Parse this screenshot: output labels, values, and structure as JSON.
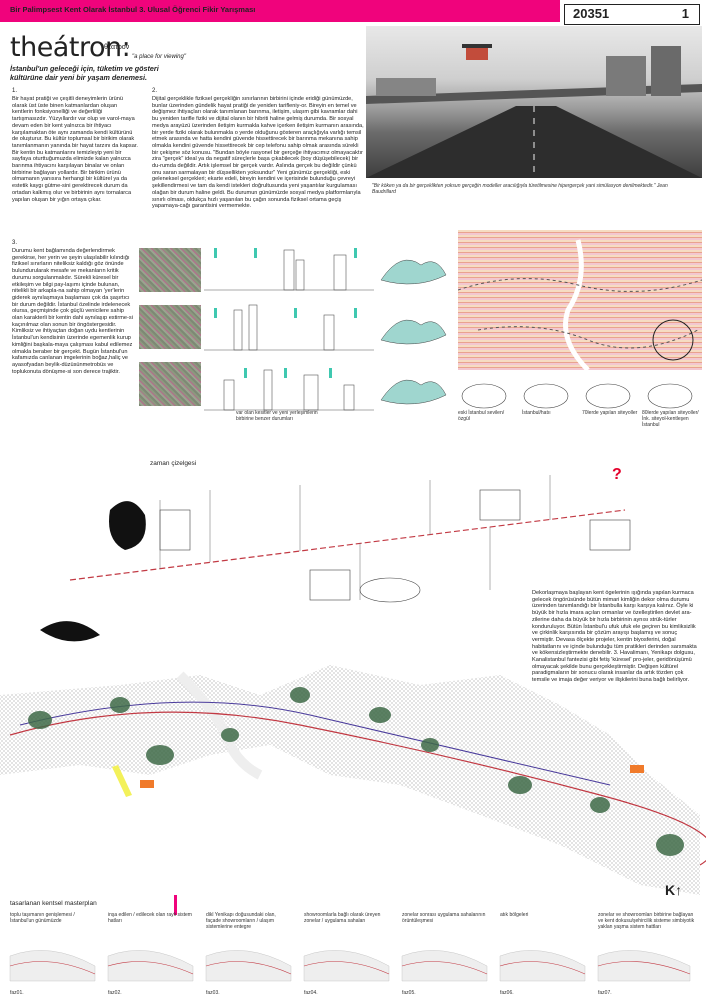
{
  "header": {
    "competition": "Bir Palimpsest Kent Olarak İstanbul 3. Ulusal Öğrenci Fikir Yarışması",
    "entry_id": "20351",
    "page": "1"
  },
  "title": {
    "main": "theátron:",
    "greek": "θέατρον",
    "gloss": "\"a place for viewing\"",
    "subtitle": "İstanbul'un geleceği için, tüketim ve gösteri kültürüne dair yeni bir yaşam denemesi."
  },
  "text1": {
    "num": "1.",
    "body": "Bir hayat pratiği ve çeşitli deneyimlerin ürünü olarak üst üste binen katmanlardan oluşan kentlerin fonksiyonelliği ve değerliliği tartışmasızdır. Yüzyıllardır var olup ve varol-maya devam eden bir kent yalnızca bir ihtiyacı karşılamaktan öte aynı zamanda kendi kültürünü de oluşturur. Bu kültür toplumsal bir birikim olarak tanımlanmanın yanında bir hayat tarzını da kapsar. Bir kentin bu katmanlarını temizleyip yeni bir sayfaya oturttuğumuzda elimizde kalan yalnızca barınma ihtiyacını karşılayan binalar ve onları birbirine bağlayan yollardır. Bir birikim ürünü olmamanın yanısıra herhangi bir kültürel ya da estetik kaygı gütme-sini gerektirecek durum da ortadan kalkmış olur ve birbirinin aynı tornalarca yapılan oluşan bir yığın ortaya çıkar."
  },
  "text2": {
    "num": "2.",
    "body": "Dijital gerçeklikle fiziksel gerçekliğin sınırlarının birbirini içinde eridiği günümüzde, bunlar üzerinden gündelik hayat pratiği de yeniden tarifleniy-or. Bireyin en temel ve değişmez ihtiyaçları olarak tanımlanan barınma, iletişim, ulaşım gibi kavramlar dahi bu yeniden tarifle fiziki ve dijital olanın bir hibriti haline gelmiş durumda. Bir sosyal medya arayüzü üzerinden iletişim kurmakla kahve içerken iletişim kurmanın arasında, bir yerde fiziki olarak bulunmakla o yerde olduğunu gösteren araçlığıyla varlığı temsil etmek arasında ve hatta kendini güvende hissettirecek bir barınma mekanına sahip olmakla kendini güvende hissettirecek bir cep telefonu sahip olmak arasında sürekli bir çekişme söz konusu. \"Bundan böyle rasyonel bir gerçeğe ihtiyacımız olmayacaktır zira \"gerçek\" ideal ya da negatif süreçlerle başa çıkabilecek (boy düşüşebilecek) bir du-rumda değildir. Artık işlemsel bir gerçek vardır. Aslında gerçek bu değildir çünkü onu saran sarmalayan bir düşsellikten yoksundur\" Yeni günümüz gerçekliği, eski geleneksel gerçekleri; ekarte edeli, bireyin kendini ve içerisinde bulunduğu çevreyi şekillendirmesi ve tam da kendi istekleri doğrultusunda yeni yaşantılar kurgulaması olağan bir durum haline geldi. Bu durumun günümüzde sosyal medya platformlarıyla sınırlı olması, oldukça hızlı yaşanılan bu çağın sonunda fiziksel ortama geçiş yapamaya-cağı garantisini vermemekte."
  },
  "quote": {
    "text": "\"Bir köken ya da bir gerçeklikten yoksun gerçeğin modeller aracılığıyla türetilmesine hipergerçek yani simülasyon denilmektedir.\" Jean Baudrillard"
  },
  "text3": {
    "num": "3.",
    "body": "Durumu kent bağlamında değerlendirmek gerekirse, her yerin ve şeyin ulaşılabilir kılındığı fiziksel sınırların niteliksiz kaldığı göz önünde bulundurularak mesafe ve mekanların kritik durumu sorgulanmalıdır. Sürekli küresel bir etkileşim ve bilgi pay-laşımı içinde bulunan, nitelikli bir arkapla-na sahip olmayan 'yer'lerin giderek aynılaşmaya başlaması çok da şaşırtıcı bir durum değildir. İstanbul özelinde irdelenecek olursa, geçmişinde çok güçlü venicilere sahip olan karakterli bir kentin dahi aynılaşıp estirme-si kaçınılmaz olan sonun bir öngöstergesidir. Kimliksiz ve ihtiyaçtan doğan uydu kentlerinin İstanbul'un kendisinin üzerinde egemenlik kurup kimliğini başkala-maya çalışması kabul edilemez olmakla beraber bir gerçekt. Bugün İstanbul'un kafamızda canlanan imgelerinin boğaz,haliç ve ayasofyadan beylik-düzüsünmetrobüs ve toplukonuta dönüşme-si son derece trajiktir."
  },
  "sections_caption": "var olan kesitler ve yeni yerleşimlerin birbirine benzer durumları",
  "thumb_captions": [
    "eski İstanbul sevilen/özgül",
    "İstanbul/hatıı",
    "70lerde yapılan siteyoller",
    "80lerde yapılan siteyoller/İnk. siteyol-kentleşen İstanbul"
  ],
  "timeline": {
    "title": "zaman çizelgesi",
    "question": "?"
  },
  "text4": {
    "body": "Dekorlaşmaya başlayan kent ögelerinin ışığında yapılan kurmaca gelecek öngörüsünde bütün mimari kimliğin dekor olma durumu üzerinden tanımlandığı bir İstanbulla karşı karşıya kalınız. Öyle ki büyük bir hızla imara açılan ormanlar ve özelleştirilen devlet ara-zilerine daha da büyük bir hızla birbirinin aynısı strük-türler konduruluyor. Bütün İstanbul'u ufuk ufuk ele geçiren bu kimliksizlik ve çirkinlik karşısında bir çözüm arayışı başlamış ve sonuç vermiştir. Devasa ölçekte projeler, kentin biyosferini, doğal habitatlarını ve içinde bulunduğu tüm pratikleri derinden sarsmakta ve kökensizleştirmekte denebilir. 3. Havalimanı, Yenikapı dolgusu, Kanalistanbul fantezisi gibi fetiş 'küresel' pro-jeler, geridönüşümü olmayacak şekilde bunu gerçekleştirmiştir. Değişen kültürel paradigmaların bir sonucu olarak insanlar da artık tözden çok temsile ve imaja değer veriyor ve ilişkilerini buna bağlı belirliyor."
  },
  "map": {
    "north": "K↑"
  },
  "masterplan": {
    "title": "tasarlanan kentsel masterplan",
    "phases": [
      {
        "label": "faz01.",
        "desc": "toplu taşımanın genişlemesi / İstanbul'un günümüzde"
      },
      {
        "label": "faz02.",
        "desc": "inşa edilen / edilecek olan raylı sistem hatları"
      },
      {
        "label": "faz03.",
        "desc": "dikl Yenikapı doğusundaki olan, façade showroomların / ulaşım sistemlerine entegre"
      },
      {
        "label": "faz04.",
        "desc": "showroomlarla bağlı olarak üreyen zonelar / uygulama sahaları"
      },
      {
        "label": "faz05.",
        "desc": "zonelar sonrası uygulama sahalarının örüntüleşmesi"
      },
      {
        "label": "faz06.",
        "desc": "atık bölgeleri"
      },
      {
        "label": "faz07.",
        "desc": "zonelar ve showroomları birbirine bağlayan ve kent dokusu/şehircilik sisteme simbiyotik yaklan yaşma sistem hattları"
      }
    ]
  },
  "colors": {
    "accent": "#f0037c",
    "forest": "#3f6b48",
    "rail": "#c23a44",
    "transit": "#4a3b9c"
  }
}
